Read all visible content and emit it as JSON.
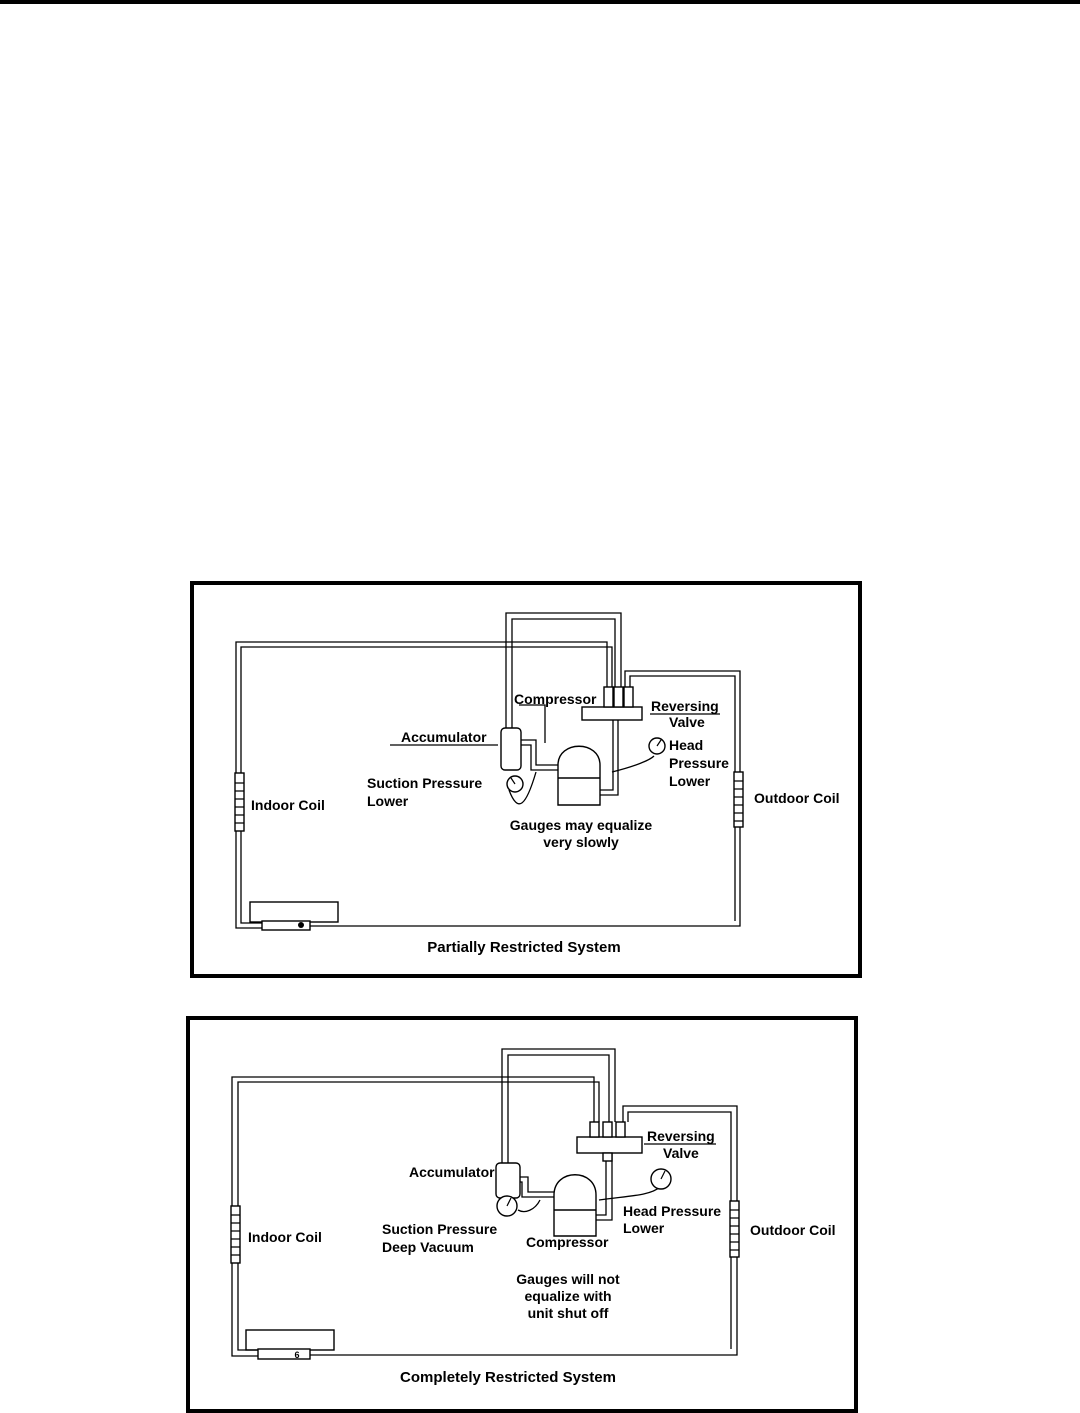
{
  "diagrams": [
    {
      "caption": "Partially Restricted System",
      "labels": {
        "compressor": "Compressor",
        "reversing_1": "Reversing",
        "reversing_2": "Valve",
        "accumulator": "Accumulator",
        "head_1": "Head",
        "head_2": "Pressure",
        "head_3": "Lower",
        "suction_1": "Suction Pressure",
        "suction_2": "Lower",
        "indoor": "Indoor Coil",
        "outdoor": "Outdoor Coil",
        "gauges_1": "Gauges may equalize",
        "gauges_2": "very slowly"
      }
    },
    {
      "caption": "Completely Restricted System",
      "labels": {
        "reversing_1": "Reversing",
        "reversing_2": "Valve",
        "accumulator": "Accumulator",
        "head_1": "Head Pressure",
        "head_2": "Lower",
        "suction_1": "Suction Pressure",
        "suction_2": "Deep Vacuum",
        "compressor": "Compressor",
        "indoor": "Indoor Coil",
        "outdoor": "Outdoor Coil",
        "gauges_1": "Gauges will not",
        "gauges_2": "equalize with",
        "gauges_3": "unit shut off"
      }
    }
  ]
}
